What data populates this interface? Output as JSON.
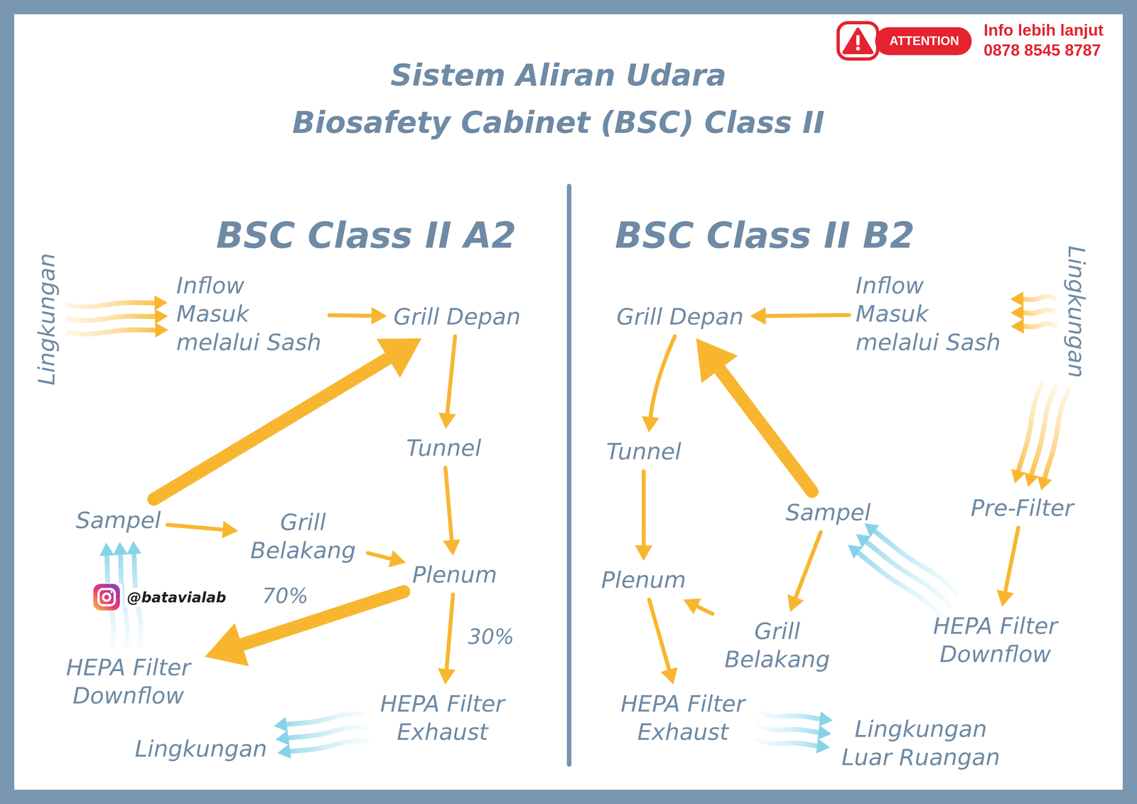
{
  "diagram": {
    "title": "Sistem Aliran Udara",
    "nodes": [
      {
        "text": [
          "Lingkungan"
        ]
      },
      {
        "text": [
          "Inflow Masuk melalui Sash"
        ]
      },
      {
        "text": [
          "Grill Depan"
        ]
      },
      {
        "text": [
          "Tunnel"
        ]
      },
      {
        "text": [
          "Sampel"
        ]
      },
      {
        "text": [
          "Grill Belakang"
        ]
      },
      {
        "text": [
          "Plenum"
        ]
      },
      {
        "text": [
          "HEPA Filter Downflow"
        ]
      },
      {
        "text": [
          "HEPA Filter Exhaust"
        ]
      },
      {
        "text": [
          "Lingkungan"
        ]
      },
      {
        "text": [
          "Grill Depan"
        ]
      },
      {
        "text": [
          "Inflow Masuk melalui Sash"
        ]
      },
      {
        "text": [
          "Lingkungan"
        ]
      },
      {
        "text": [
          "Tunnel"
        ]
      },
      {
        "text": [
          "Sampel"
        ]
      },
      {
        "text": [
          "Pre-Filter"
        ]
      },
      {
        "text": [
          "Plenum"
        ]
      },
      {
        "text": [
          "Grill Belakang"
        ]
      },
      {
        "text": [
          "HEPA Filter Downflow"
        ]
      },
      {
        "text": [
          "HEPA Filter Exhaust"
        ]
      },
      {
        "text": [
          "Lingkungan Luar Ruangan"
        ]
      }
    ],
    "edges": [
      {
        "from": 0,
        "to": 1,
        "arrow": "to"
      },
      {
        "from": 1,
        "to": 2,
        "arrow": "to"
      },
      {
        "from": 2,
        "to": 3,
        "arrow": "to"
      },
      {
        "from": 3,
        "to": 6,
        "arrow": "to"
      },
      {
        "from": 4,
        "to": 2,
        "arrow": "to"
      },
      {
        "from": 4,
        "to": 5,
        "arrow": "to"
      },
      {
        "from": 5,
        "to": 6,
        "arrow": "to"
      },
      {
        "from": 6,
        "to": 7,
        "label": "70%",
        "arrow": "to"
      },
      {
        "from": 6,
        "to": 8,
        "label": "30%",
        "arrow": "to"
      },
      {
        "from": 7,
        "to": 4,
        "arrow": "to"
      },
      {
        "from": 8,
        "to": 9,
        "arrow": "to"
      },
      {
        "from": 12,
        "to": 11,
        "arrow": "to"
      },
      {
        "from": 11,
        "to": 10,
        "arrow": "to"
      },
      {
        "from": 12,
        "to": 15,
        "arrow": "to"
      },
      {
        "from": 15,
        "to": 18,
        "arrow": "to"
      },
      {
        "from": 18,
        "to": 14,
        "arrow": "to"
      },
      {
        "from": 14,
        "to": 10,
        "arrow": "to"
      },
      {
        "from": 14,
        "to": 17,
        "arrow": "to"
      },
      {
        "from": 10,
        "to": 13,
        "arrow": "to"
      },
      {
        "from": 13,
        "to": 16,
        "arrow": "to"
      },
      {
        "from": 17,
        "to": 16,
        "arrow": "to"
      },
      {
        "from": 16,
        "to": 19,
        "arrow": "to"
      },
      {
        "from": 19,
        "to": 20,
        "arrow": "to"
      }
    ],
    "labels": [
      "Biosafety Cabinet (BSC) Class II",
      "BSC Class II A2",
      "BSC Class II B2",
      "ATTENTION",
      "Info lebih lanjut 0878 8545 8787",
      "@batavialab"
    ]
  }
}
